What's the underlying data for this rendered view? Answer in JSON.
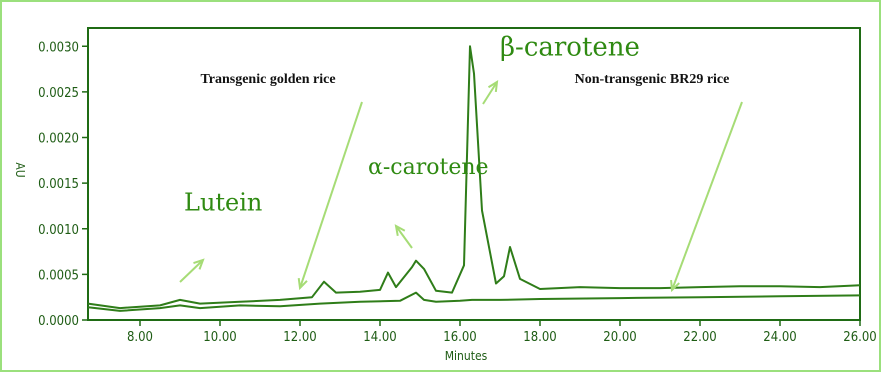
{
  "colors": {
    "trace": "#2f7d19",
    "axis": "#1f6b14",
    "outer_border": "#9be07d",
    "text": "#1e5c14",
    "arrow": "#a6dc76"
  },
  "chart_data": {
    "type": "line",
    "title": "",
    "xlabel": "Minutes",
    "ylabel": "AU",
    "xlim": [
      6.7,
      26.0
    ],
    "ylim": [
      0.0,
      0.0032
    ],
    "x_ticks": [
      "8.00",
      "10.00",
      "12.00",
      "14.00",
      "16.00",
      "18.00",
      "20.00",
      "22.00",
      "24.00",
      "26.00"
    ],
    "y_ticks": [
      "0.0000",
      "0.0005",
      "0.0010",
      "0.0015",
      "0.0020",
      "0.0025",
      "0.0030"
    ],
    "grid": false,
    "series": [
      {
        "x": [
          6.7,
          7.5,
          8.5,
          9.0,
          9.5,
          10.5,
          11.5,
          12.3,
          12.6,
          12.9,
          13.5,
          14.0,
          14.2,
          14.4,
          14.8,
          14.9,
          15.1,
          15.4,
          15.8,
          16.1,
          16.25,
          16.35,
          16.55,
          16.9,
          17.1,
          17.25,
          17.5,
          18.0,
          19.0,
          20.0,
          21.0,
          22.0,
          23.0,
          24.0,
          25.0,
          26.0
        ],
        "y": [
          0.00018,
          0.00013,
          0.00016,
          0.00022,
          0.00018,
          0.0002,
          0.00022,
          0.00025,
          0.00042,
          0.0003,
          0.00031,
          0.00033,
          0.00052,
          0.00036,
          0.00058,
          0.00065,
          0.00056,
          0.00032,
          0.0003,
          0.0006,
          0.003,
          0.0027,
          0.0012,
          0.0004,
          0.00048,
          0.0008,
          0.00045,
          0.00034,
          0.00036,
          0.00035,
          0.00035,
          0.00036,
          0.00037,
          0.00037,
          0.00036,
          0.00038
        ]
      },
      {
        "x": [
          6.7,
          7.5,
          8.5,
          9.0,
          9.5,
          10.5,
          11.5,
          12.5,
          13.5,
          14.5,
          14.9,
          15.1,
          15.4,
          16.0,
          16.3,
          16.6,
          17.0,
          18.0,
          20.0,
          22.0,
          24.0,
          26.0
        ],
        "y": [
          0.00014,
          0.0001,
          0.00013,
          0.00016,
          0.00013,
          0.00016,
          0.00015,
          0.00018,
          0.0002,
          0.00021,
          0.0003,
          0.00022,
          0.0002,
          0.00021,
          0.00022,
          0.00022,
          0.00022,
          0.00023,
          0.00024,
          0.00025,
          0.00026,
          0.00027
        ]
      }
    ],
    "annotations": [
      {
        "text": "Lutein",
        "x": 9.1,
        "y": 0.0012
      },
      {
        "text": "α-carotene",
        "x": 13.7,
        "y": 0.0016
      },
      {
        "text": "β-carotene",
        "x": 17.0,
        "y": 0.0029
      },
      {
        "text": "Transgenic golden rice",
        "x": 11.2,
        "y": 0.0026
      },
      {
        "text": "Non-transgenic BR29 rice",
        "x": 20.8,
        "y": 0.0026
      }
    ]
  }
}
